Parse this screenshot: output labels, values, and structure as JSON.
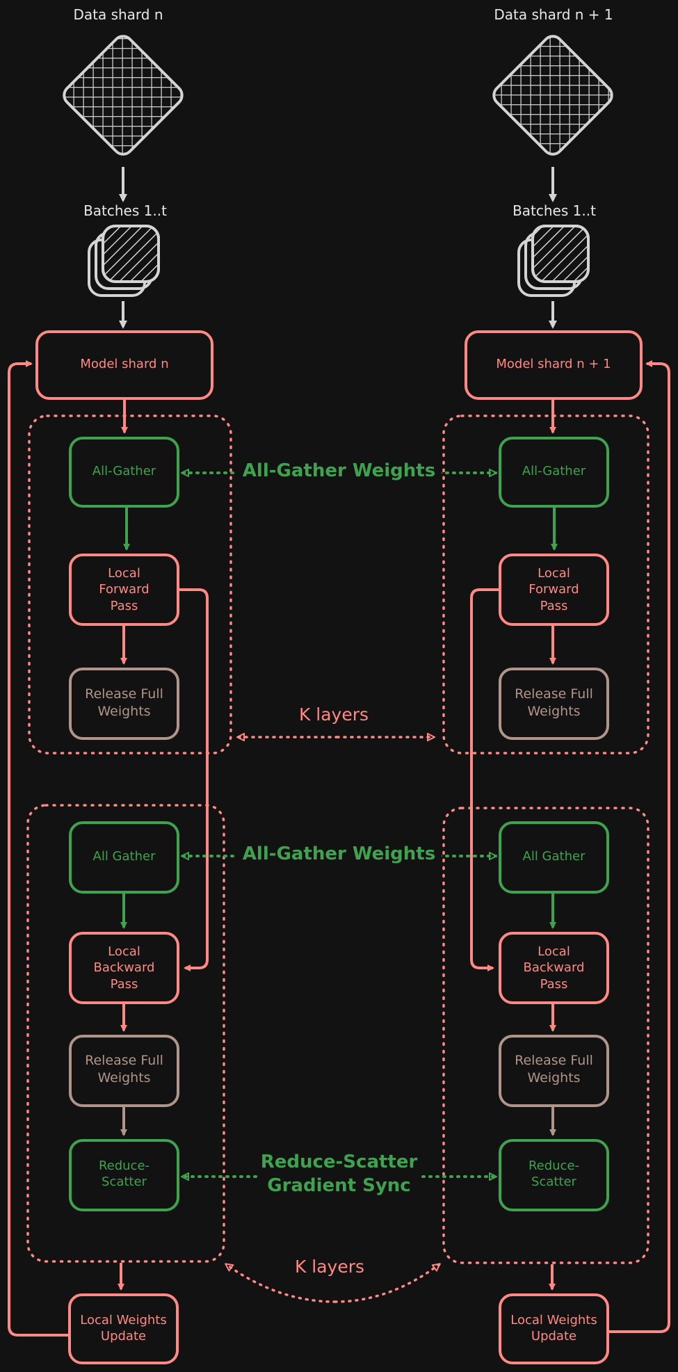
{
  "left": {
    "data_shard": "Data shard n",
    "batches": "Batches 1..t",
    "model_shard": "Model shard n",
    "fwd_gather": "All-Gather",
    "forward_pass": "Local\nForward\nPass",
    "fwd_release": "Release Full\nWeights",
    "bwd_gather": "All Gather",
    "backward_pass": "Local\nBackward\nPass",
    "bwd_release": "Release Full\nWeights",
    "reduce_scatter": "Reduce-\nScatter",
    "weights_update": "Local Weights\nUpdate"
  },
  "right": {
    "data_shard": "Data shard n + 1",
    "batches": "Batches 1..t",
    "model_shard": "Model shard n + 1",
    "fwd_gather": "All-Gather",
    "forward_pass": "Local\nForward\nPass",
    "fwd_release": "Release Full\nWeights",
    "bwd_gather": "All Gather",
    "backward_pass": "Local\nBackward\nPass",
    "bwd_release": "Release Full\nWeights",
    "reduce_scatter": "Reduce-\nScatter",
    "weights_update": "Local Weights\nUpdate"
  },
  "links": {
    "fwd_allgather": "All-Gather Weights",
    "bwd_allgather": "All-Gather Weights",
    "reduce_scatter": "Reduce-Scatter\nGradient Sync",
    "k_layers_forward": "K layers",
    "k_layers_backward": "K layers"
  },
  "colors": {
    "background": "#121212",
    "compute": "#ff8a85",
    "communication": "#3fa24f",
    "release": "#b0958a",
    "data": "#d4d4d4"
  }
}
